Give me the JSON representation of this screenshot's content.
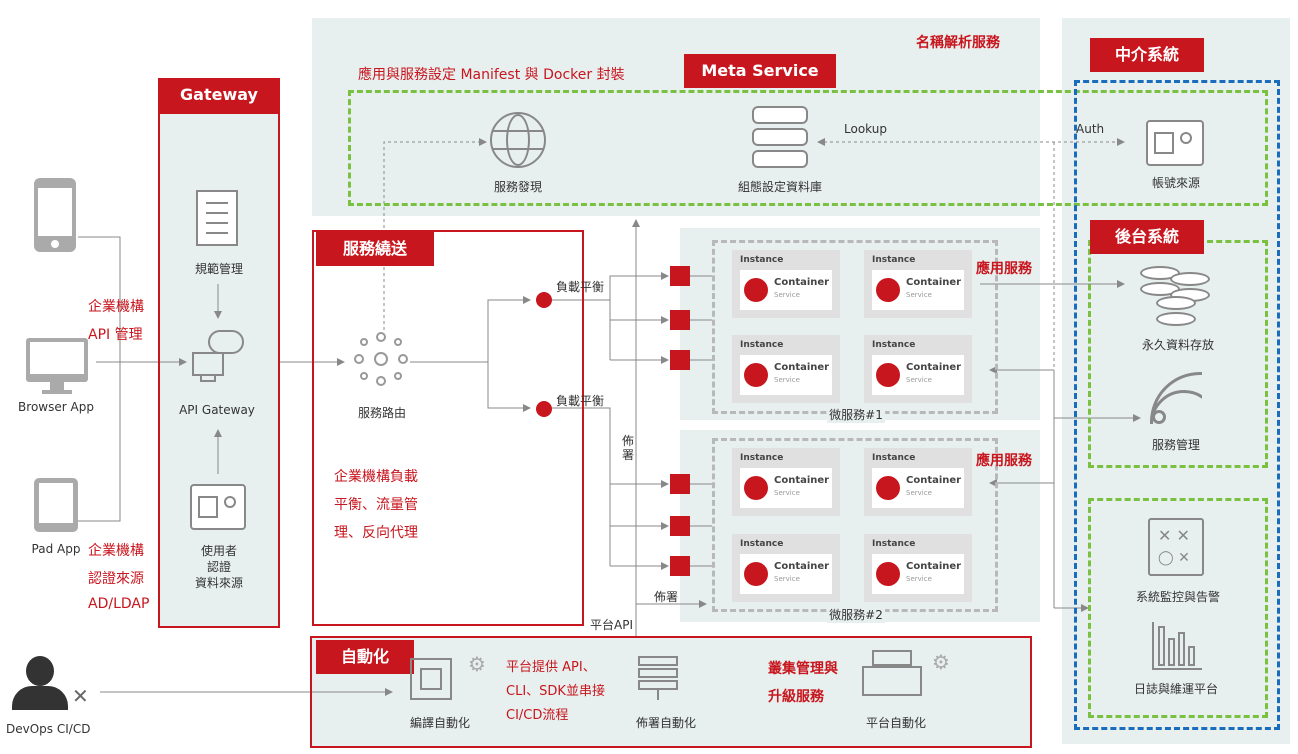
{
  "left": {
    "browser_label": "Browser App",
    "pad_label": "Pad App",
    "devops_label": "DevOps CI/CD",
    "api_mgmt_lines": [
      "企業機構",
      "API 管理"
    ],
    "auth_lines": [
      "企業機構",
      "認證來源",
      "AD/LDAP"
    ]
  },
  "gateway": {
    "title": "Gateway",
    "spec_label": "規範管理",
    "api_gateway_label": "API Gateway",
    "user_auth_lines": [
      "使用者",
      "認證",
      "資料來源"
    ]
  },
  "naming": {
    "title": "名稱解析服務",
    "manifest_label": "應用與服務設定 Manifest 與 Docker 封裝",
    "meta_title": "Meta Service",
    "discovery_label": "服務發現",
    "config_db_label": "組態設定資料庫",
    "lookup_label": "Lookup",
    "auth_label": "Auth",
    "account_label": "帳號來源"
  },
  "routing": {
    "title": "服務繞送",
    "router_label": "服務路由",
    "lb_label_1": "負載平衡",
    "lb_label_2": "負載平衡",
    "desc_lines": [
      "企業機構負載",
      "平衡、流量管",
      "理、反向代理"
    ]
  },
  "deploy": {
    "vertical_label": "佈署",
    "deploy_label": "佈署",
    "platform_api_label": "平台API"
  },
  "microservices": [
    {
      "label": "微服務#1",
      "app_label": "應用服務",
      "instances": [
        {
          "label": "Instance",
          "name": "Container",
          "sub": "Service"
        },
        {
          "label": "Instance",
          "name": "Container",
          "sub": "Service"
        },
        {
          "label": "Instance",
          "name": "Container",
          "sub": "Service"
        },
        {
          "label": "Instance",
          "name": "Container",
          "sub": "Service"
        }
      ]
    },
    {
      "label": "微服務#2",
      "app_label": "應用服務",
      "instances": [
        {
          "label": "Instance",
          "name": "Container",
          "sub": "Service"
        },
        {
          "label": "Instance",
          "name": "Container",
          "sub": "Service"
        },
        {
          "label": "Instance",
          "name": "Container",
          "sub": "Service"
        },
        {
          "label": "Instance",
          "name": "Container",
          "sub": "Service"
        }
      ]
    }
  ],
  "right": {
    "broker_title": "中介系統",
    "backend_title": "後台系統",
    "storage_label": "永久資料存放",
    "service_mgmt_label": "服務管理",
    "monitor_label": "系統監控與告警",
    "log_label": "日誌與維運平台"
  },
  "automation": {
    "title": "自動化",
    "compile_label": "編譯自動化",
    "deploy_label": "佈署自動化",
    "platform_label": "平台自動化",
    "api_desc_lines": [
      "平台提供 API、",
      "CLI、SDK並串接",
      "CI/CD流程"
    ],
    "cluster_desc_lines": [
      "叢集管理與",
      "升級服務"
    ]
  },
  "colors": {
    "accent": "#c8161e",
    "green": "#7ac142",
    "blue": "#1a6dbd",
    "panel": "#e8f0ef"
  }
}
